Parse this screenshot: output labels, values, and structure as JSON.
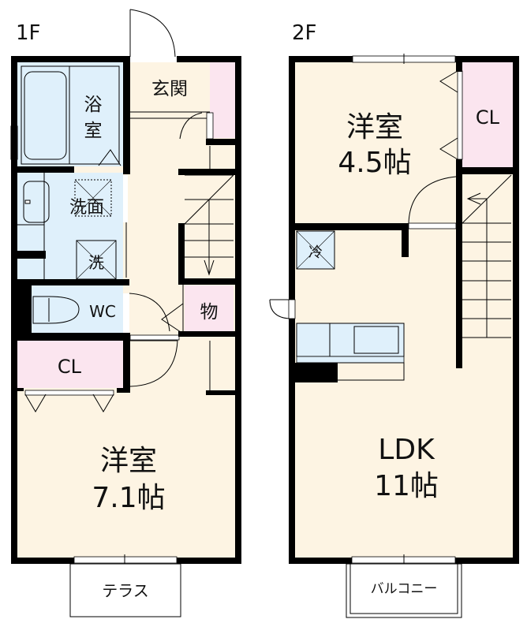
{
  "colors": {
    "wall": "#000000",
    "room": "#fdf4e3",
    "wet": "#dff0fb",
    "storage": "#fbe5ef",
    "line": "#000000",
    "background": "#ffffff"
  },
  "floor1": {
    "label": "1F",
    "rooms": {
      "entrance": "玄関",
      "bath": "浴室",
      "washroom": "洗面",
      "washer": "洗",
      "toilet": "WC",
      "storage": "物",
      "closet": "CL",
      "bedroom_name": "洋室",
      "bedroom_size": "7.1帖",
      "terrace": "テラス"
    }
  },
  "floor2": {
    "label": "2F",
    "rooms": {
      "bedroom_name": "洋室",
      "bedroom_size": "4.5帖",
      "closet": "CL",
      "fridge": "冷",
      "ldk_name": "LDK",
      "ldk_size": "11帖",
      "balcony": "バルコニー"
    }
  }
}
